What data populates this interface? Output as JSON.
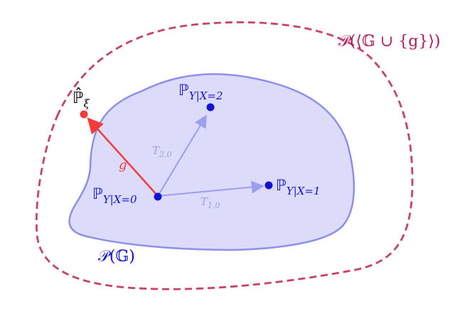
{
  "labels": {
    "outer_set": {
      "main": "𝒫(⟨𝔾 ∪ {g}⟩)"
    },
    "inner_set": {
      "main": "𝒫(𝔾)"
    },
    "p_hat": {
      "main": "ℙ̂",
      "sub": "ξ"
    },
    "p_x0": {
      "main": "ℙ",
      "sub": "Y|X=0"
    },
    "p_x1": {
      "main": "ℙ",
      "sub": "Y|X=1"
    },
    "p_x2": {
      "main": "ℙ",
      "sub": "Y|X=2"
    },
    "t10": {
      "main": "T",
      "sub": "1,0"
    },
    "t20": {
      "main": "T",
      "sub": "2,0"
    },
    "g": {
      "main": "g"
    }
  },
  "colors": {
    "outer_dash": "#c8406e",
    "blob_fill": "#dcdcfa",
    "blob_stroke": "#8f8fe8",
    "point_blue": "#1212d6",
    "arrow_blue": "#9c9cf0",
    "arrow_red": "#f23b3b",
    "label_red": "#b01a55",
    "text_dark": "#000000"
  }
}
